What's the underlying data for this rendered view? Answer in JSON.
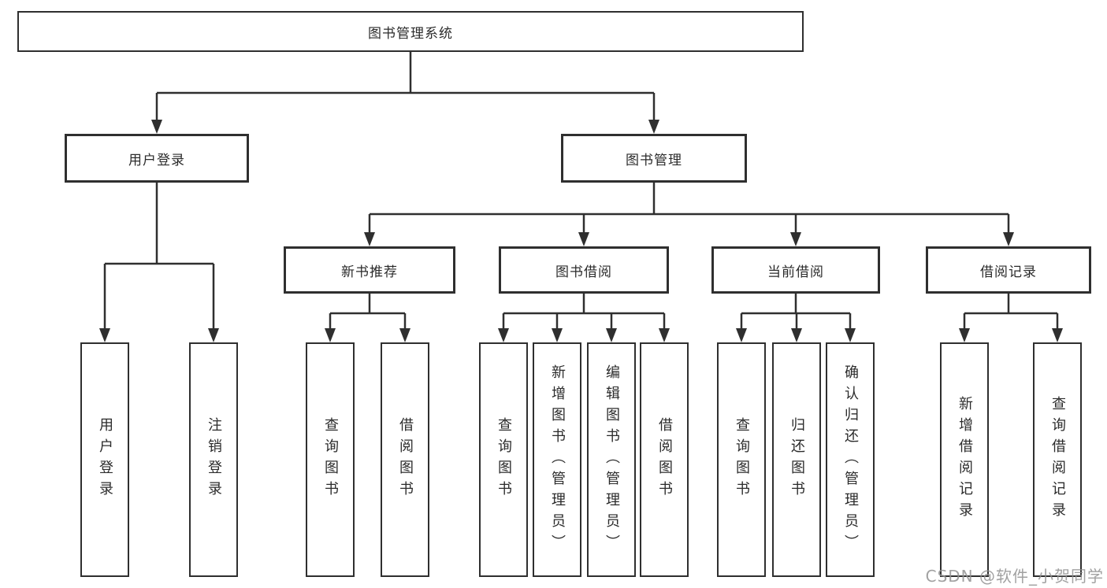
{
  "tree": {
    "root": {
      "label": "图书管理系统"
    },
    "branches": [
      {
        "label": "用户登录",
        "children": [
          {
            "label": "用户登录"
          },
          {
            "label": "注销登录"
          }
        ]
      },
      {
        "label": "图书管理",
        "children": [
          {
            "label": "新书推荐",
            "children": [
              {
                "label": "查询图书"
              },
              {
                "label": "借阅图书"
              }
            ]
          },
          {
            "label": "图书借阅",
            "children": [
              {
                "label": "查询图书"
              },
              {
                "label": "新增图书（管理员）"
              },
              {
                "label": "编辑图书（管理员）"
              },
              {
                "label": "借阅图书"
              }
            ]
          },
          {
            "label": "当前借阅",
            "children": [
              {
                "label": "查询图书"
              },
              {
                "label": "归还图书"
              },
              {
                "label": "确认归还（管理员）"
              }
            ]
          },
          {
            "label": "借阅记录",
            "children": [
              {
                "label": "新增借阅记录"
              },
              {
                "label": "查询借阅记录"
              }
            ]
          }
        ]
      }
    ]
  },
  "watermark": "CSDN @软件_小贺同学",
  "colors": {
    "line": "#2f2f2f",
    "text": "#2b2b2b",
    "background": "#ffffff",
    "watermark": "#919191"
  }
}
